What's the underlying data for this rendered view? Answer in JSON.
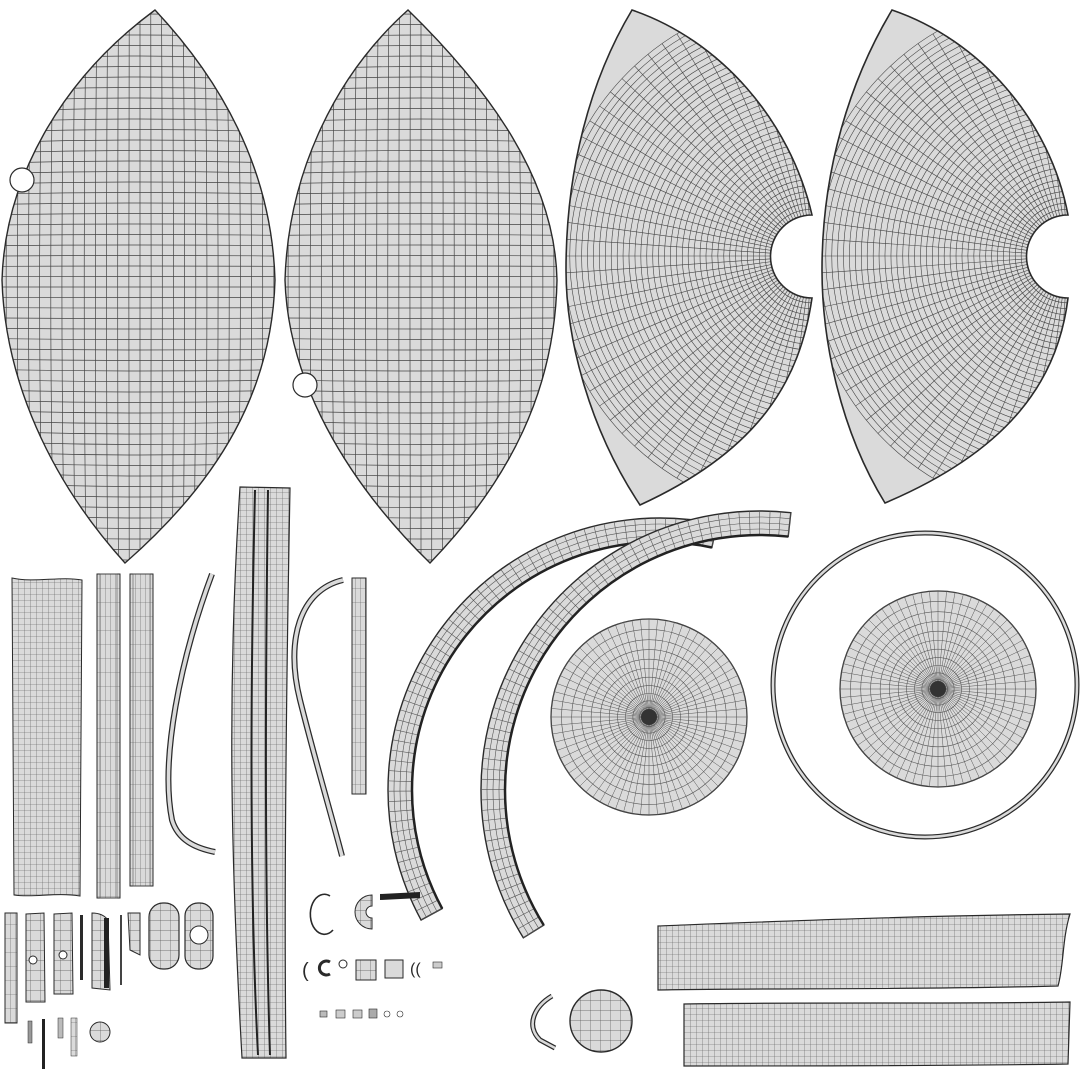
{
  "colors": {
    "background": "#ffffff",
    "face_fill": "#dadada",
    "wire": "#3a3a3a",
    "outline": "#2a2a2a"
  },
  "islands": [
    {
      "kind": "lens-panel-notch-left",
      "name": "umbrella-panel-1"
    },
    {
      "kind": "lens-panel-notch-left",
      "name": "umbrella-panel-2"
    },
    {
      "kind": "fan-panel",
      "name": "umbrella-panel-3"
    },
    {
      "kind": "fan-panel",
      "name": "umbrella-panel-4"
    },
    {
      "kind": "strip",
      "name": "fabric-strip-left"
    },
    {
      "kind": "strip",
      "name": "rib-strip-1"
    },
    {
      "kind": "strip",
      "name": "rib-strip-2"
    },
    {
      "kind": "curve",
      "name": "rib-curve-1"
    },
    {
      "kind": "strip",
      "name": "shaft-strip"
    },
    {
      "kind": "curve",
      "name": "rib-curve-2"
    },
    {
      "kind": "strip",
      "name": "rib-strip-3"
    },
    {
      "kind": "arc",
      "name": "arc-strip-1"
    },
    {
      "kind": "arc",
      "name": "arc-strip-2"
    },
    {
      "kind": "radial-disc",
      "name": "cap-disc-1"
    },
    {
      "kind": "ring",
      "name": "rim-ring"
    },
    {
      "kind": "radial-disc",
      "name": "cap-disc-2"
    },
    {
      "kind": "strip",
      "name": "band-strip-1"
    },
    {
      "kind": "strip",
      "name": "band-strip-2"
    },
    {
      "kind": "small-parts",
      "name": "small-parts-cluster"
    },
    {
      "kind": "sphere",
      "name": "sphere-piece"
    }
  ]
}
